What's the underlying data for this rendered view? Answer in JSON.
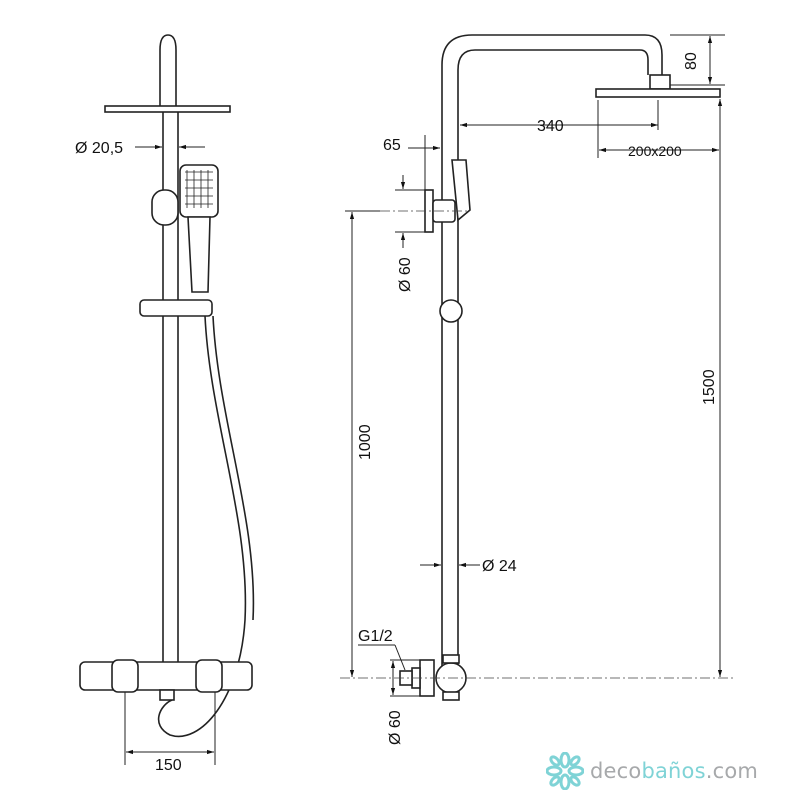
{
  "dimensions": {
    "pipe_diameter_left": "Ø 20,5",
    "offset_65": "65",
    "arm_length": "340",
    "arm_height": "80",
    "head_size": "200x200",
    "wall_bracket_diameter": "Ø 60",
    "height_1000": "1000",
    "height_1500": "1500",
    "rail_diameter": "Ø 24",
    "thread": "G1/2",
    "inlet_diameter": "Ø 60",
    "inlet_spacing": "150"
  },
  "logo": {
    "part1": "deco",
    "part2": "baños",
    "part3": ".com",
    "color_gray": "#a7a9ab",
    "color_teal": "#7fd3d6"
  }
}
